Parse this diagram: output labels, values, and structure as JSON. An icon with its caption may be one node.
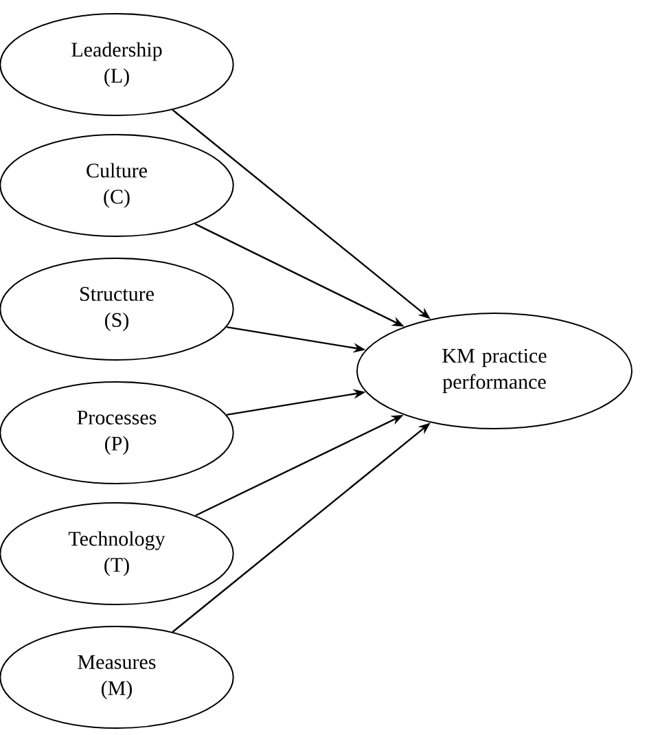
{
  "diagram": {
    "nodes": [
      {
        "text": [
          "Leadership (L)"
        ]
      },
      {
        "text": [
          "Culture (C)"
        ]
      },
      {
        "text": [
          "Structure (S)"
        ]
      },
      {
        "text": [
          "Processes (P)"
        ]
      },
      {
        "text": [
          "Technology (T)"
        ]
      },
      {
        "text": [
          "Measures (M)"
        ]
      },
      {
        "text": [
          "KM practice performance"
        ]
      }
    ],
    "edges": [
      {
        "from": 0,
        "to": 6,
        "arrow": "to"
      },
      {
        "from": 1,
        "to": 6,
        "arrow": "to"
      },
      {
        "from": 2,
        "to": 6,
        "arrow": "to"
      },
      {
        "from": 3,
        "to": 6,
        "arrow": "to"
      },
      {
        "from": 4,
        "to": 6,
        "arrow": "to"
      },
      {
        "from": 5,
        "to": 6,
        "arrow": "to"
      }
    ]
  }
}
